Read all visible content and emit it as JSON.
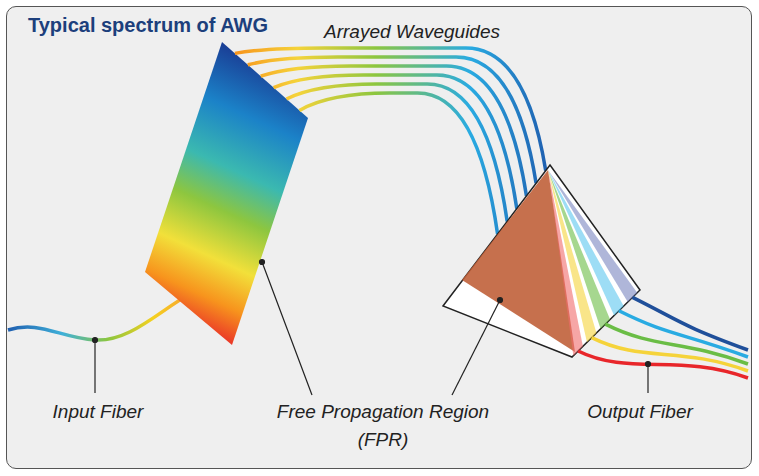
{
  "diagram": {
    "title": "Typical spectrum of AWG",
    "labels": [
      "Arrayed Waveguides",
      "Input Fiber",
      "Free Propagation Region (FPR)",
      "Output Fiber"
    ]
  }
}
